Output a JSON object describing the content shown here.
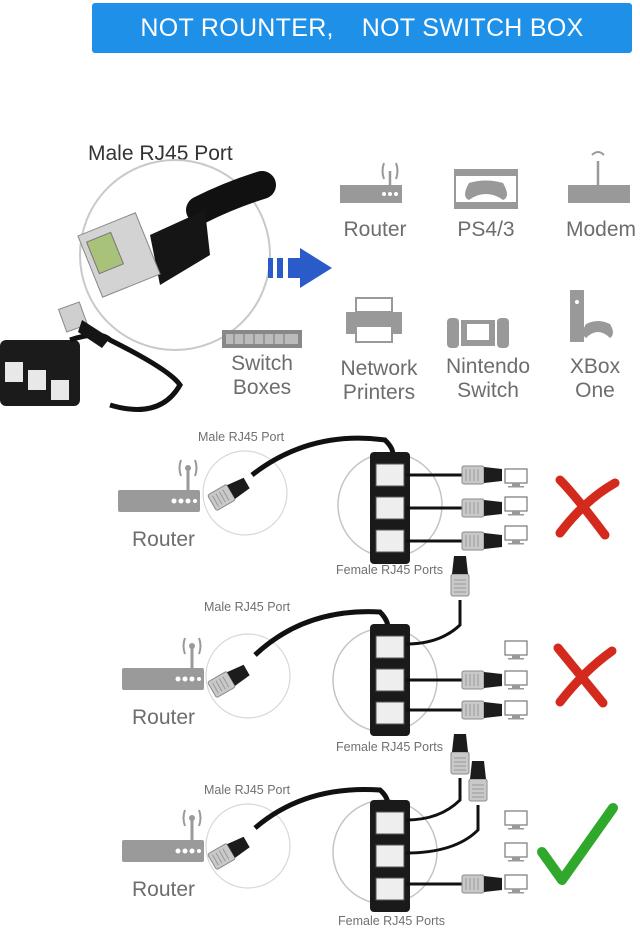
{
  "banner": {
    "left": "NOT ROUNTER,",
    "right": "NOT SWITCH BOX"
  },
  "product": {
    "label": "Male RJ45 Port"
  },
  "devices": [
    {
      "icon": "router-icon",
      "label": "Router"
    },
    {
      "icon": "gamepad-icon",
      "label": "PS4/3"
    },
    {
      "icon": "modem-icon",
      "label": "Modem"
    },
    {
      "icon": "switch-box-icon",
      "label": "Switch\nBoxes"
    },
    {
      "icon": "printer-icon",
      "label": "Network\nPrinters"
    },
    {
      "icon": "nintendo-switch-icon",
      "label": "Nintendo\nSwitch"
    },
    {
      "icon": "xbox-icon",
      "label": "XBox\nOne"
    }
  ],
  "diagrams": [
    {
      "male_label": "Male RJ45 Port",
      "router_label": "Router",
      "female_label": "Female RJ45 Ports",
      "verdict": "cross",
      "verdict_color": "#d42a1e"
    },
    {
      "male_label": "Male RJ45 Port",
      "router_label": "Router",
      "female_label": "Female RJ45 Ports",
      "verdict": "cross",
      "verdict_color": "#d42a1e"
    },
    {
      "male_label": "Male RJ45 Port",
      "router_label": "Router",
      "female_label": "Female RJ45 Ports",
      "verdict": "check",
      "verdict_color": "#2fa82c"
    }
  ]
}
